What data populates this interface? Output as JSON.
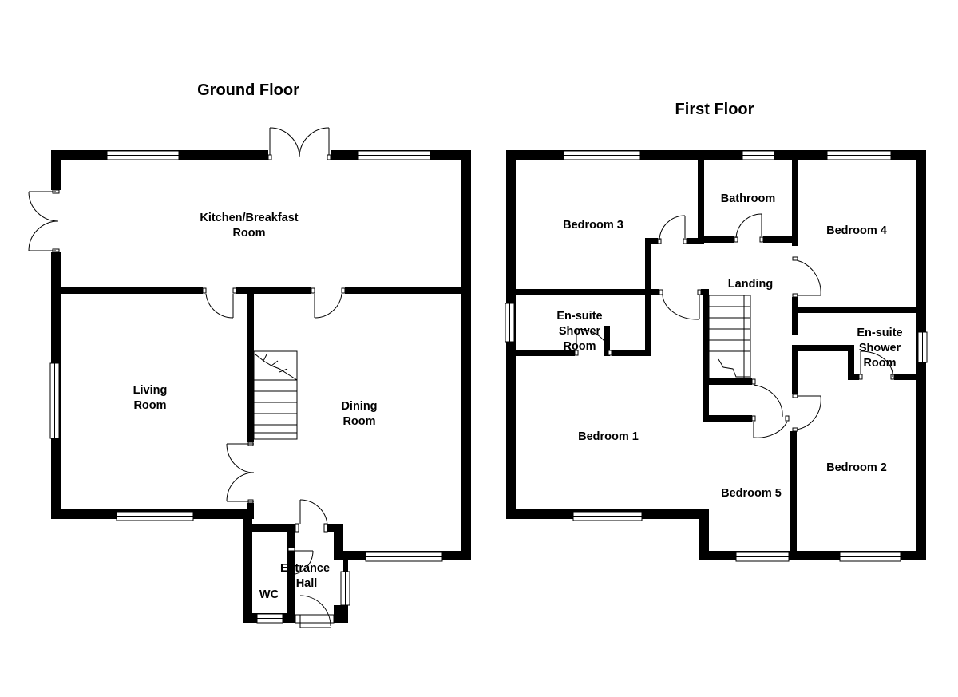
{
  "colors": {
    "wall": "#000000",
    "background": "#ffffff"
  },
  "floors": [
    {
      "title": "Ground Floor",
      "rooms": [
        {
          "name": "Kitchen/Breakfast",
          "name_line2": "Room"
        },
        {
          "name": "Living",
          "name_line2": "Room"
        },
        {
          "name": "Dining",
          "name_line2": "Room"
        },
        {
          "name": "Entrance",
          "name_line2": "Hall"
        },
        {
          "name": "WC"
        }
      ]
    },
    {
      "title": "First Floor",
      "rooms": [
        {
          "name": "Bedroom 3"
        },
        {
          "name": "Bathroom"
        },
        {
          "name": "Bedroom 4"
        },
        {
          "name": "Landing"
        },
        {
          "name": "En-suite",
          "name_line2": "Shower",
          "name_line3": "Room"
        },
        {
          "name": "En-suite",
          "name_line2": "Shower",
          "name_line3": "Room"
        },
        {
          "name": "Bedroom 1"
        },
        {
          "name": "Bedroom 5"
        },
        {
          "name": "Bedroom 2"
        }
      ]
    }
  ]
}
